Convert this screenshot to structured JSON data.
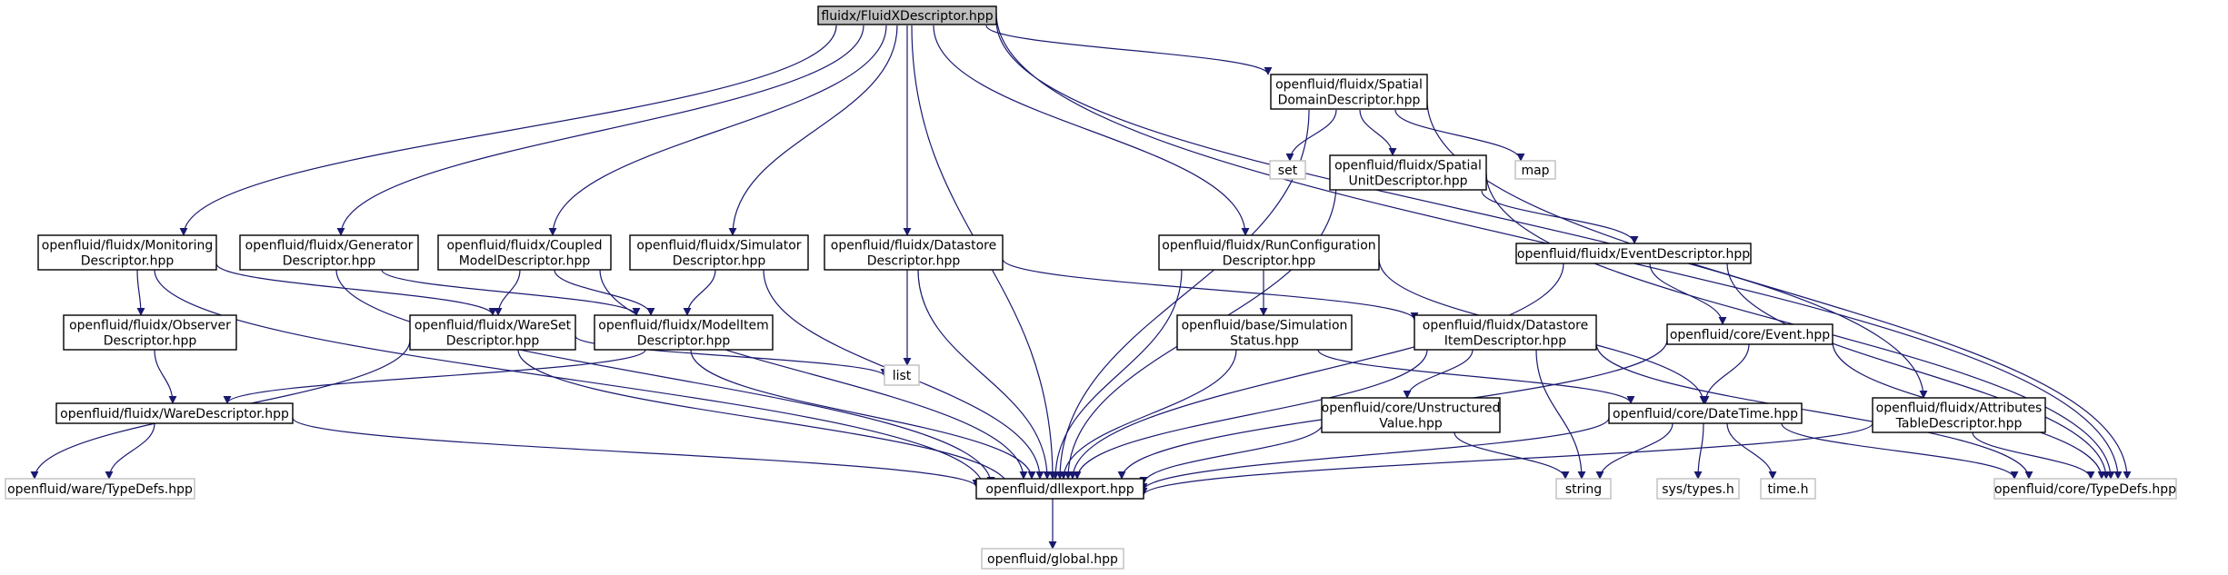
{
  "nodes": {
    "root": [
      "fluidx/FluidXDescriptor.hpp"
    ],
    "spatialdomain": [
      "openfluid/fluidx/Spatial",
      "DomainDescriptor.hpp"
    ],
    "set": [
      "set"
    ],
    "map": [
      "map"
    ],
    "spatialunit": [
      "openfluid/fluidx/Spatial",
      "UnitDescriptor.hpp"
    ],
    "monitoring": [
      "openfluid/fluidx/Monitoring",
      "Descriptor.hpp"
    ],
    "generator": [
      "openfluid/fluidx/Generator",
      "Descriptor.hpp"
    ],
    "coupled": [
      "openfluid/fluidx/Coupled",
      "ModelDescriptor.hpp"
    ],
    "simulator": [
      "openfluid/fluidx/Simulator",
      "Descriptor.hpp"
    ],
    "datastore": [
      "openfluid/fluidx/Datastore",
      "Descriptor.hpp"
    ],
    "runconfig": [
      "openfluid/fluidx/RunConfiguration",
      "Descriptor.hpp"
    ],
    "eventdesc": [
      "openfluid/fluidx/EventDescriptor.hpp"
    ],
    "observer": [
      "openfluid/fluidx/Observer",
      "Descriptor.hpp"
    ],
    "wareset": [
      "openfluid/fluidx/WareSet",
      "Descriptor.hpp"
    ],
    "modelitem": [
      "openfluid/fluidx/ModelItem",
      "Descriptor.hpp"
    ],
    "simstatus": [
      "openfluid/base/Simulation",
      "Status.hpp"
    ],
    "dsitem": [
      "openfluid/fluidx/Datastore",
      "ItemDescriptor.hpp"
    ],
    "event": [
      "openfluid/core/Event.hpp"
    ],
    "list": [
      "list"
    ],
    "waredesc": [
      "openfluid/fluidx/WareDescriptor.hpp"
    ],
    "unstructured": [
      "openfluid/core/Unstructured",
      "Value.hpp"
    ],
    "datetime": [
      "openfluid/core/DateTime.hpp"
    ],
    "attributes": [
      "openfluid/fluidx/Attributes",
      "TableDescriptor.hpp"
    ],
    "waretypedefs": [
      "openfluid/ware/TypeDefs.hpp"
    ],
    "dllexport": [
      "openfluid/dllexport.hpp"
    ],
    "string": [
      "string"
    ],
    "systypes": [
      "sys/types.h"
    ],
    "timeh": [
      "time.h"
    ],
    "coretypedefs": [
      "openfluid/core/TypeDefs.hpp"
    ],
    "global": [
      "openfluid/global.hpp"
    ]
  },
  "colors": {
    "edge": "#191970",
    "node_border": "#000000",
    "external_border": "#bfbfbf",
    "root_fill": "#bfbfbf"
  }
}
